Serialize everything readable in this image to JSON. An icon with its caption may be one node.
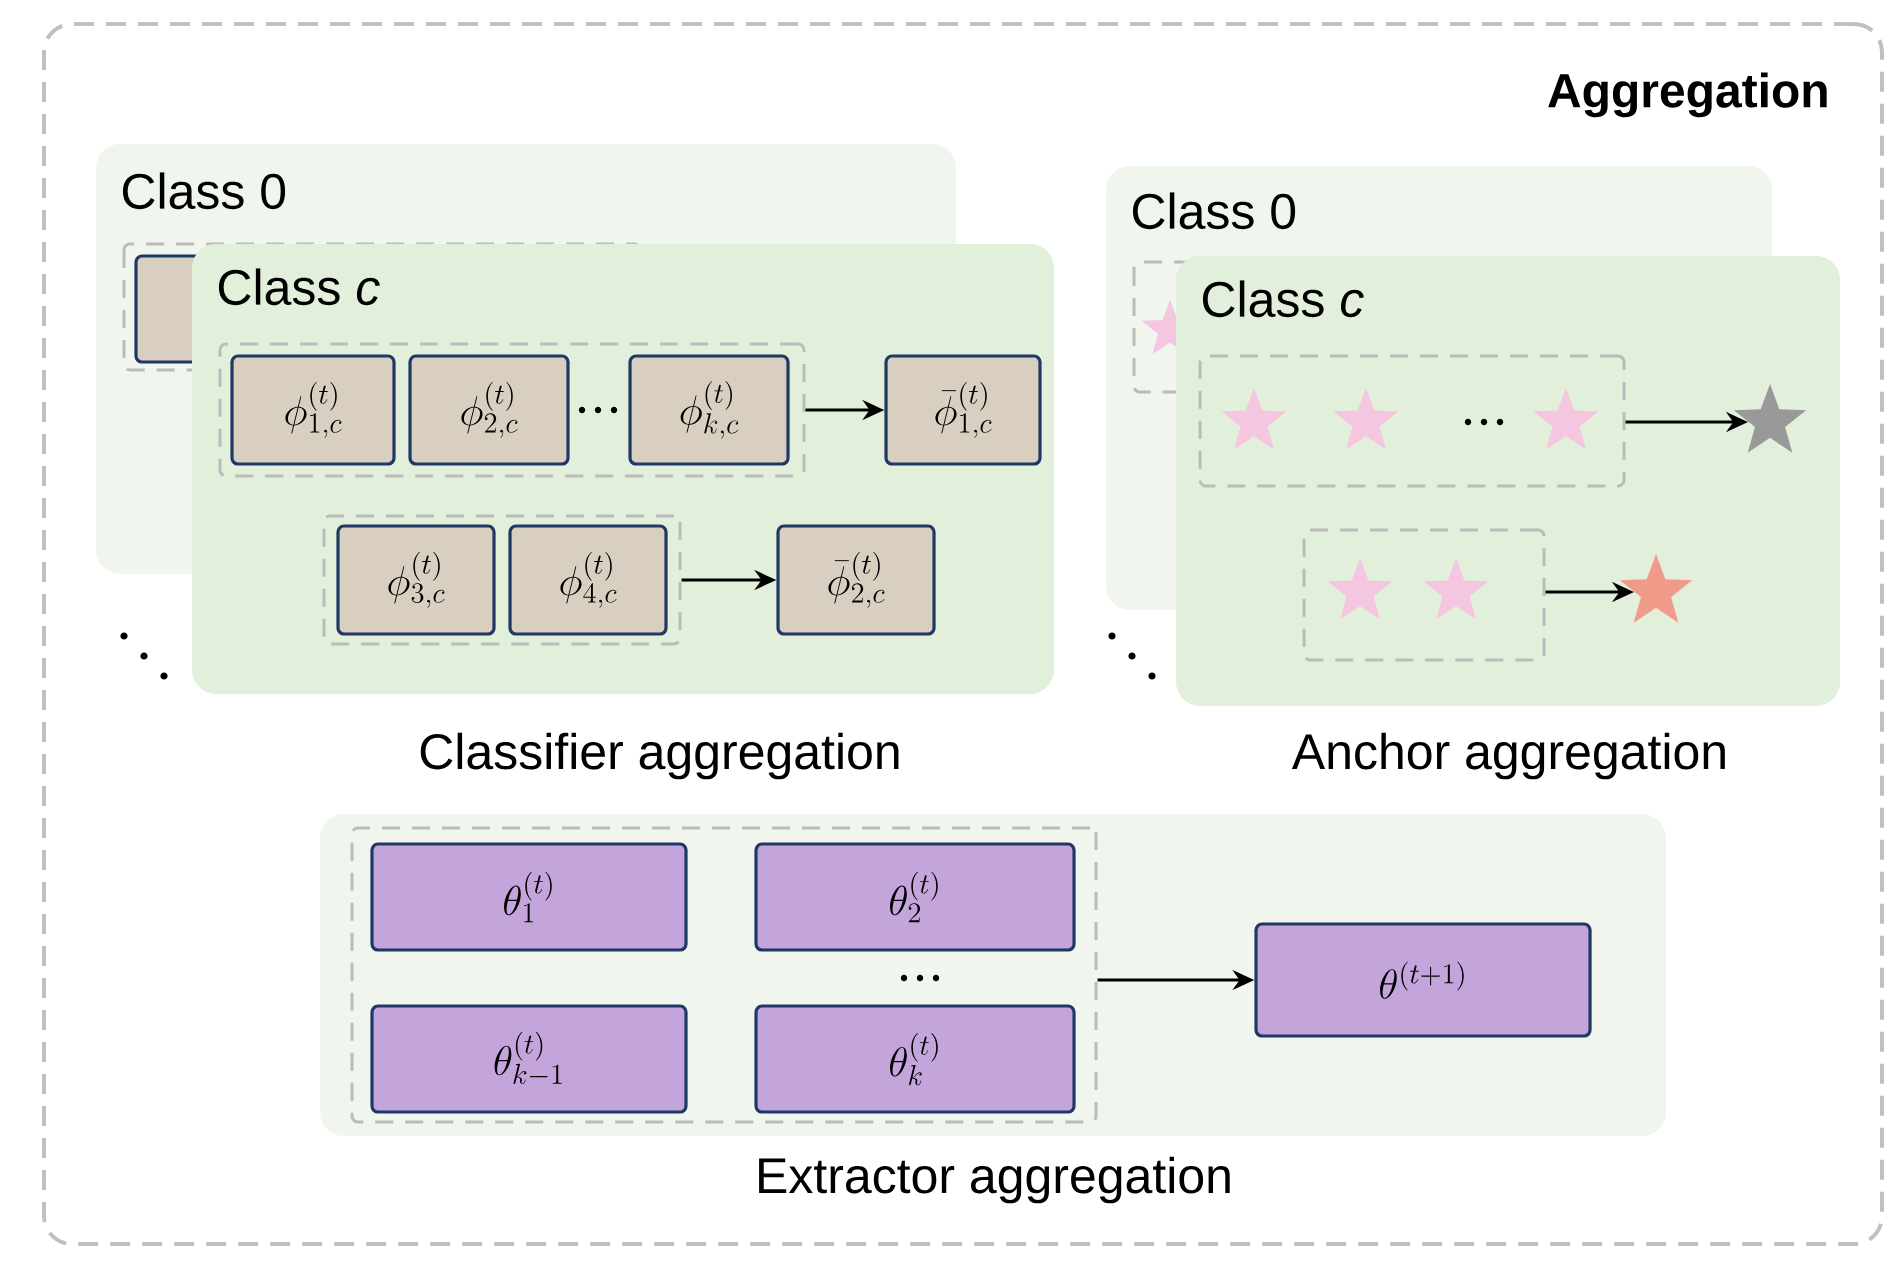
{
  "diagram": {
    "nodes": [
      {
        "text": [
          "Aggregation"
        ]
      },
      {
        "text": [
          "Class *c*"
        ],
        "in": 0
      },
      {
        "text": [],
        "shape": "box",
        "in": 1
      },
      {
        "text": [
          "\\phi_{1,c}^{(t)}"
        ],
        "in": 2
      },
      {
        "text": [
          "\\phi_{2,c}^{(t)}"
        ],
        "in": 2
      },
      {
        "text": [
          "\\phi_{k,c}^{(t)}"
        ],
        "in": 2
      },
      {
        "text": [
          "\\bar{\\phi}_{1,c}^{(t)}"
        ],
        "in": 1
      },
      {
        "text": [],
        "shape": "box",
        "in": 1
      },
      {
        "text": [
          "\\phi_{3,c}^{(t)}"
        ],
        "in": 7
      },
      {
        "text": [
          "\\phi_{4,c}^{(t)}"
        ],
        "in": 7
      },
      {
        "text": [
          "\\bar{\\phi}_{2,c}^{(t)}"
        ],
        "in": 1
      },
      {
        "text": [
          "Class *c*"
        ],
        "in": 0
      },
      {
        "text": [],
        "shape": "box",
        "in": 11
      },
      {
        "text": [],
        "shape": "star",
        "in": 12
      },
      {
        "text": [],
        "shape": "star",
        "in": 12
      },
      {
        "text": [],
        "shape": "star",
        "in": 12
      },
      {
        "text": [],
        "shape": "star",
        "in": 11
      },
      {
        "text": [],
        "shape": "box",
        "in": 11
      },
      {
        "text": [],
        "shape": "star",
        "in": 17
      },
      {
        "text": [],
        "shape": "star",
        "in": 17
      },
      {
        "text": [],
        "shape": "star",
        "in": 11
      },
      {
        "text": [],
        "shape": "box",
        "in": 0
      },
      {
        "text": [],
        "shape": "box",
        "in": 21
      },
      {
        "text": [
          "\\theta_{1}^{(t)}"
        ],
        "in": 22
      },
      {
        "text": [
          "\\theta_{2}^{(t)}"
        ],
        "in": 22
      },
      {
        "text": [
          "\\theta_{k-1}^{(t)}"
        ],
        "in": 22
      },
      {
        "text": [
          "\\theta_{k}^{(t)}"
        ],
        "in": 22
      },
      {
        "text": [
          "\\theta^{(t+1)}"
        ],
        "in": 21
      }
    ],
    "edges": [
      {
        "from": 2,
        "to": 6,
        "arrow": "to"
      },
      {
        "from": 7,
        "to": 10,
        "arrow": "to"
      },
      {
        "from": 12,
        "to": 16,
        "arrow": "to"
      },
      {
        "from": 17,
        "to": 20,
        "arrow": "to"
      },
      {
        "from": 22,
        "to": 27,
        "arrow": "to"
      }
    ],
    "labels": [
      "Class 0",
      "Class 0",
      "Classifier aggregation",
      "Anchor aggregation",
      "Extractor aggregation"
    ]
  }
}
